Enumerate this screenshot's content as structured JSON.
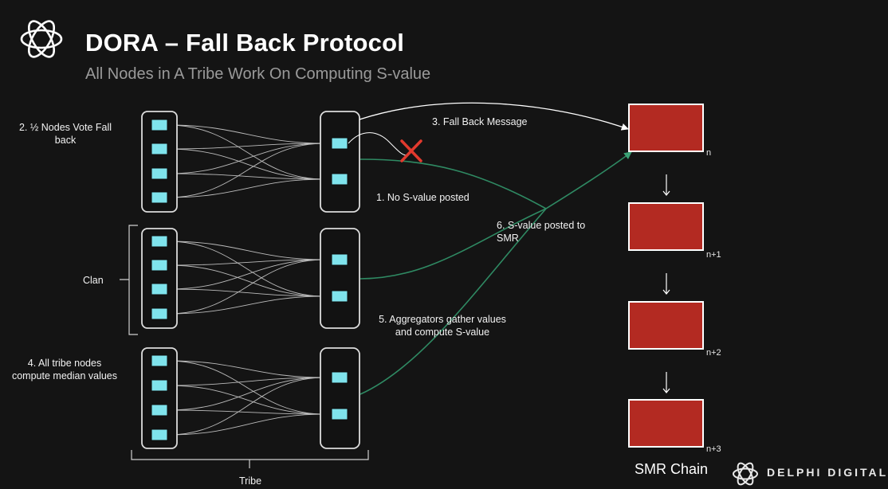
{
  "header": {
    "title": "DORA – Fall Back Protocol",
    "subtitle": "All Nodes in A Tribe Work On Computing S-value",
    "logo_icon": "flower-knot-logo-icon"
  },
  "labels": {
    "vote_line1": "2.  ½ Nodes Vote Fall",
    "vote_line2": "back",
    "fallback_message": "3. Fall Back Message",
    "no_svalue": "1. No S-value posted",
    "svalue_posted_line1": "6. S-value posted to",
    "svalue_posted_line2": "SMR",
    "clan": "Clan",
    "aggregators_line1": "5. Aggregators gather values",
    "aggregators_line2": "and compute S-value",
    "tribe_nodes_line1": "4. All tribe nodes",
    "tribe_nodes_line2": "compute median values",
    "tribe": "Tribe"
  },
  "smr_chain": {
    "label": "SMR Chain",
    "blocks": [
      "n",
      "n+1",
      "n+2",
      "n+3"
    ],
    "block_color": "#b32a22"
  },
  "brand": {
    "name": "DELPHI DIGITAL",
    "logo_icon": "delphi-logo-icon"
  },
  "colors": {
    "node": "#7fe3ec",
    "rejected_mark": "#e23a2e",
    "posted_line": "#2f8a63"
  }
}
